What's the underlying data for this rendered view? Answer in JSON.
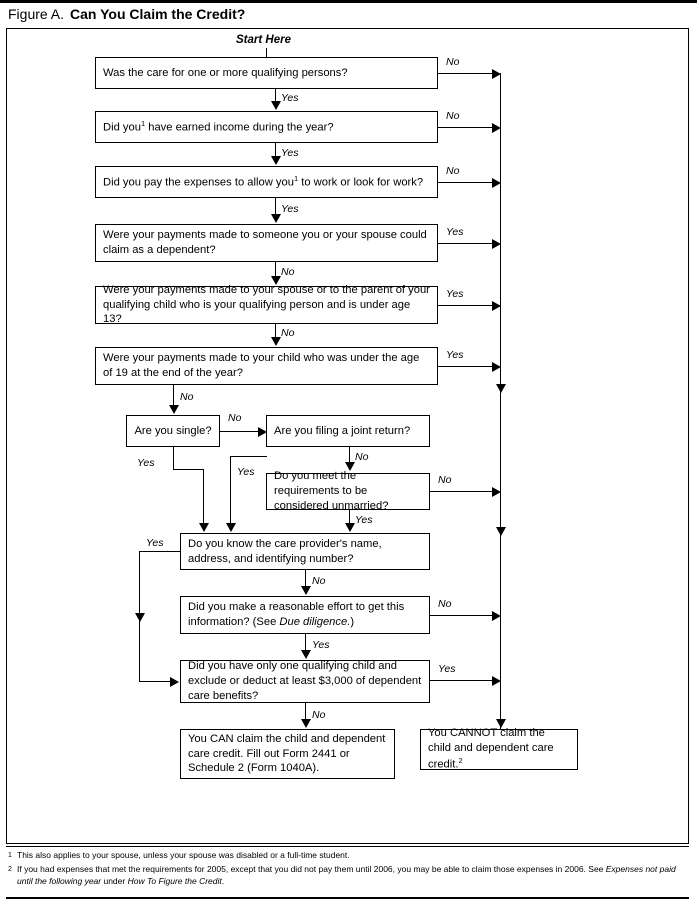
{
  "figure": {
    "label": "Figure A.",
    "title": "Can You Claim the Credit?",
    "start_here": "Start Here"
  },
  "nodes": {
    "q1": "Was the care for one or more qualifying persons?",
    "q2_a": "Did you",
    "q2_sup": "1",
    "q2_b": " have earned income during the year?",
    "q3_a": "Did you pay the expenses to allow you",
    "q3_sup": "1",
    "q3_b": " to work or look for work?",
    "q4": "Were your payments made to someone you or your spouse could claim as a dependent?",
    "q5": "Were your payments made to your spouse or to the parent of your qualifying child who is your qualifying person and is under age 13?",
    "q6": "Were your payments made to your child who was under the age of 19 at the end of the year?",
    "q7": "Are you single?",
    "q8": "Are you filing a joint return?",
    "q9": "Do you meet the requirements to be considered unmarried?",
    "q10": "Do you know the care provider's name, address, and identifying number?",
    "q11_a": "Did you make a reasonable effort to get this information? (See ",
    "q11_i": "Due diligence.",
    "q11_b": ")",
    "q12": "Did you have only one qualifying child and exclude or deduct at least $3,000 of dependent care benefits?",
    "result_can": "You CAN claim the child and dependent care credit. Fill out Form 2441 or Schedule 2 (Form 1040A).",
    "result_cannot_a": "You CANNOT claim the child and dependent care credit.",
    "result_cannot_sup": "2"
  },
  "edges": {
    "q1_no": "No",
    "q1_yes": "Yes",
    "q2_no": "No",
    "q2_yes": "Yes",
    "q3_no": "No",
    "q3_yes": "Yes",
    "q4_yes": "Yes",
    "q4_no": "No",
    "q5_yes": "Yes",
    "q5_no": "No",
    "q6_yes": "Yes",
    "q6_no": "No",
    "q7_no": "No",
    "q7_yes": "Yes",
    "q8_yes": "Yes",
    "q8_no": "No",
    "q9_no": "No",
    "q9_yes": "Yes",
    "q10_yes": "Yes",
    "q10_no": "No",
    "q11_no": "No",
    "q11_yes": "Yes",
    "q12_yes": "Yes",
    "q12_no": "No"
  },
  "footnotes": {
    "one_marker": "1",
    "one": "This also applies to your spouse, unless your spouse was disabled or a full-time student.",
    "two_marker": "2",
    "two_a": "If you had expenses that met the requirements for 2005, except that you did not pay them until 2006, you may be able to claim those expenses in 2006. See ",
    "two_i1": "Expenses not paid until the following year",
    "two_mid": " under ",
    "two_i2": "How To Figure the Credit",
    "two_end": "."
  },
  "colors": {
    "ink": "#000000",
    "paper": "#ffffff"
  }
}
